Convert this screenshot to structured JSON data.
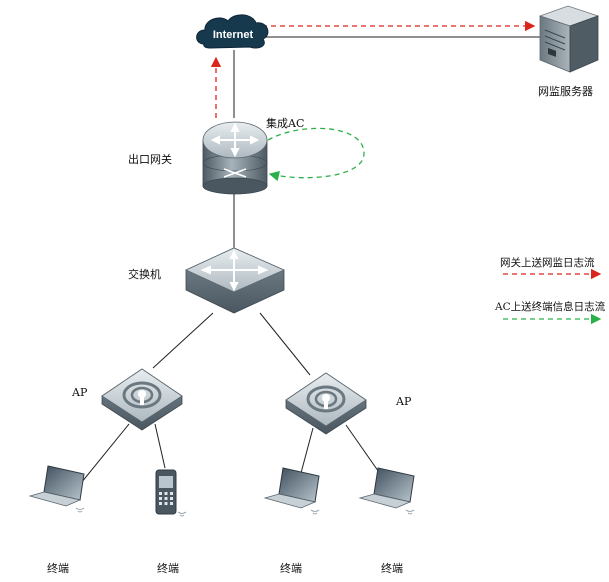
{
  "nodes": {
    "internet": "Internet",
    "server": "网监服务器",
    "gateway": "出口网关",
    "integrated_ac": "集成AC",
    "switch": "交换机",
    "ap_left": "AP",
    "ap_right": "AP",
    "terminal_1": "终端",
    "terminal_2": "终端",
    "terminal_3": "终端",
    "terminal_4": "终端"
  },
  "legend": {
    "red_flow": "网关上送网监日志流",
    "green_flow": "AC上送终端信息日志流"
  },
  "colors": {
    "red_flow": "#d9261c",
    "green_flow": "#2bb04a",
    "device_dark": "#5b6b75",
    "device_light": "#c9d1d6",
    "cloud": "#17394e"
  }
}
